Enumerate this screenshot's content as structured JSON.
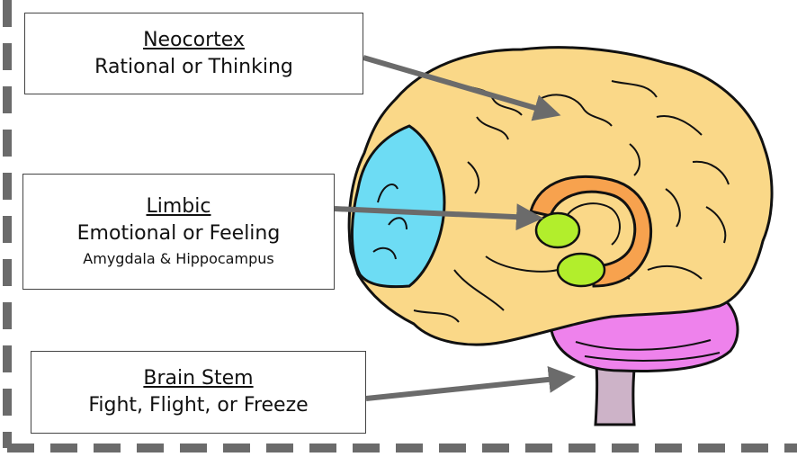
{
  "labels": {
    "neocortex": {
      "title": "Neocortex",
      "line1": "Rational or Thinking"
    },
    "limbic": {
      "title": "Limbic",
      "line1": "Emotional or Feeling",
      "line2": "Amygdala & Hippocampus"
    },
    "brain_stem": {
      "title": "Brain Stem",
      "line1": "Fight, Flight, or Freeze"
    }
  },
  "colors": {
    "cortex": "#fad888",
    "frontal_lobe": "#6ddcf4",
    "limbic_arc": "#f7a24e",
    "amygdala_hippocampus": "#b2ee2c",
    "cerebellum": "#ee82ec",
    "brain_stem": "#cdb3c8",
    "outline": "#111111",
    "arrow": "#6b6b6b",
    "frame_dash": "#6b6b6b"
  },
  "icons": [
    "brain-illustration",
    "arrow-pointer"
  ]
}
